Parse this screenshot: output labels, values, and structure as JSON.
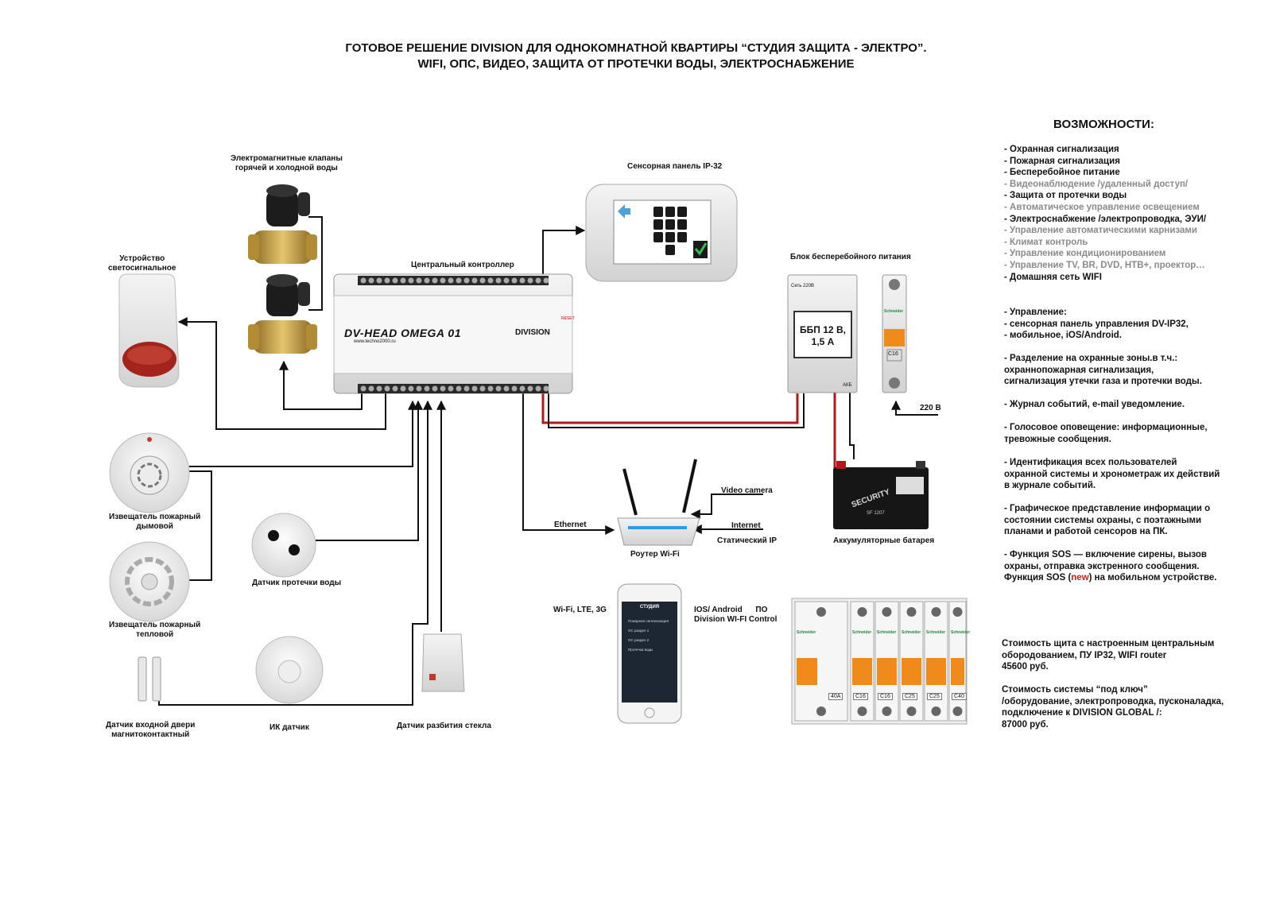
{
  "header": {
    "title_line1": "ГОТОВОЕ РЕШЕНИЕ DIVISION ДЛЯ ОДНОКОМНАТНОЙ КВАРТИРЫ   “СТУДИЯ ЗАЩИТА - ЭЛЕКТРО”.",
    "title_line2": "WIFI, ОПС, ВИДЕО, ЗАЩИТА ОТ ПРОТЕЧКИ ВОДЫ, ЭЛЕКТРОСНАБЖЕНИЕ"
  },
  "labels": {
    "valves": [
      "Электромагнитные клапаны",
      "горячей и холодной воды"
    ],
    "panel": "Сенсорная панель IP-32",
    "siren": [
      "Устройство",
      "светосигнальное"
    ],
    "controller": "Центральный контроллер",
    "ups_block": "Блок бесперебойного питания",
    "smoke": [
      "Извещатель пожарный",
      "дымовой"
    ],
    "heat": [
      "Извещатель пожарный",
      "тепловой"
    ],
    "leak": "Датчик протечки воды",
    "door": [
      "Датчик входной двери",
      "магнитоконтактный"
    ],
    "ir": "ИК датчик",
    "glass": "Датчик разбития стекла",
    "router": "Роутер Wi-Fi",
    "ethernet": "Ethernet",
    "video_camera": "Video camera",
    "internet": "Internet",
    "static_ip": "Статический IP",
    "battery": "Аккумуляторные батарея",
    "wifi_lte": "Wi-Fi, LTE, 3G",
    "app": [
      "IOS/ Android      ПО",
      "Division WI-FI Control"
    ],
    "v220": "220 В"
  },
  "controller": {
    "model": "DV-HEAD OMEGA 01",
    "site": "www.techno2000.ru",
    "brand": "DIVISION",
    "reset": "RESET"
  },
  "ups": {
    "line1": "ББП 12 В,",
    "line2": "1,5 А",
    "top": "Сеть 220В",
    "akb": "АКБ"
  },
  "breaker_single": {
    "rating": "C16",
    "brand": "Schneider"
  },
  "breakers": {
    "brand": "Schneider",
    "ratings": [
      "40A",
      "C16",
      "C16",
      "C25",
      "C25",
      "C40"
    ]
  },
  "battery_brand": {
    "name": "SECURITY",
    "model": "SF 1207"
  },
  "phone": {
    "app_title": "СТУДИЯ",
    "rows": [
      "Пожарная сигнализация",
      "ОС раздел 1",
      "ОС раздел 2",
      "Протечка воды"
    ]
  },
  "features": {
    "heading": "ВОЗМОЖНОСТИ:",
    "items": [
      {
        "text": "- Охранная сигнализация",
        "active": true
      },
      {
        "text": "- Пожарная сигнализация",
        "active": true
      },
      {
        "text": "- Бесперебойное питание",
        "active": true
      },
      {
        "text": "- Видеонаблюдение /удаленный доступ/",
        "active": false
      },
      {
        "text": "- Защита от протечки воды",
        "active": true
      },
      {
        "text": "- Автоматическое управление освещением",
        "active": false
      },
      {
        "text": "- Электроснабжение /электропроводка, ЭУИ/",
        "active": true
      },
      {
        "text": "- Управление автоматическими карнизами",
        "active": false
      },
      {
        "text": "- Климат контроль",
        "active": false
      },
      {
        "text": "- Управление кондиционированием",
        "active": false
      },
      {
        "text": "- Управление TV, BR,  DVD, HTB+, проектор…",
        "active": false
      },
      {
        "text": "- Домашняя сеть  WIFI",
        "active": true
      }
    ],
    "control": [
      "- Управление:",
      "- сенсорная панель управления DV-IP32,",
      "- мобильное, iOS/Android."
    ],
    "zones": [
      "- Разделение на охранные зоны.в т.ч.:",
      "охраннопожарная сигнализация,",
      "сигнализация утечки газа и протечки воды."
    ],
    "journal": "- Журнал событий, e-mail уведомление.",
    "voice": [
      "- Голосовое оповещение: информационные,",
      "тревожные сообщения."
    ],
    "ident": [
      "- Идентификация всех пользователей",
      "охранной системы и хронометраж их действий",
      "в журнале событий."
    ],
    "graphic": [
      "- Графическое представление информации о",
      "состоянии системы охраны, с поэтажными",
      "планами и работой сенсоров на ПК."
    ],
    "sos1": "- Функция SOS — включение сирены, вызов",
    "sos2": "охраны, отправка экстренного сообщения.",
    "sos3_pre": "Функция SOS (",
    "sos3_new": "new",
    "sos3_post": ") на мобильном устройстве."
  },
  "price": {
    "shield": [
      "Стоимость щита с настроенным центральным",
      "обородованием, ПУ IP32, WIFI router",
      "45600 руб."
    ],
    "turnkey": [
      "Стоимость системы “под ключ”",
      "/оборудование, электропроводка, пусконаладка,",
      "подключение к  DIVISION GLOBAL /:",
      "87000 руб."
    ]
  }
}
